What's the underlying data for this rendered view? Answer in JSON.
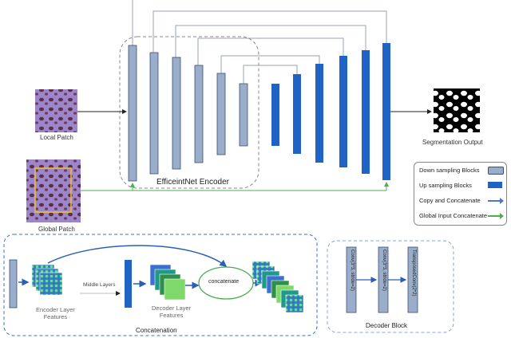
{
  "labels": {
    "local_patch": "Local Patch",
    "global_patch": "Global Patch",
    "encoder": "EfficeintNet Encoder",
    "segmentation_output": "Segmentation Output",
    "middle_layers": "Middle Layers",
    "encoder_features": "Encoder Layer\nFeatures",
    "decoder_features": "Decoder Layer\nFeatures",
    "concatenate": "concatenate",
    "concatenation": "Concatenation",
    "decoder_block": "Decoder Block",
    "conv1": "Conv(3*3, stride=2)",
    "conv2": "Conv(3*3, stride=2)",
    "transposed": "TransposedConv(2*2)"
  },
  "legend": {
    "down": "Down sampling Blocks",
    "up": "Up sampling Blocks",
    "copy": "Copy and Concatenate",
    "global": "Global Input Concatenate"
  },
  "colors": {
    "down_block": "#9aaecb",
    "up_block": "#1f63c6",
    "copy_arrow": "#4a78c8",
    "global_arrow": "#4caf50",
    "dashed_border": "#3a6fc4",
    "patch": "#7b5aa8"
  }
}
